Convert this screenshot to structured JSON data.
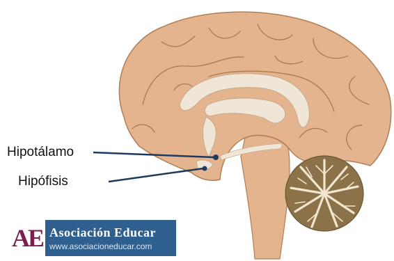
{
  "labels": {
    "hipotalamo": "Hipotálamo",
    "hipofisis": "Hipófisis"
  },
  "logo": {
    "letters": "AE",
    "name": "Asociación Educar",
    "url": "www.asociacioneducar.com"
  },
  "colors": {
    "brain_fill": "#e3b48e",
    "brain_outline": "#b07d55",
    "ventricle": "#efe6d8",
    "cerebellum_fill": "#8b7248",
    "leader_line": "#1f3a5f",
    "logo_bg": "#2f5f8e",
    "logo_letters": "#7a1f4f"
  }
}
